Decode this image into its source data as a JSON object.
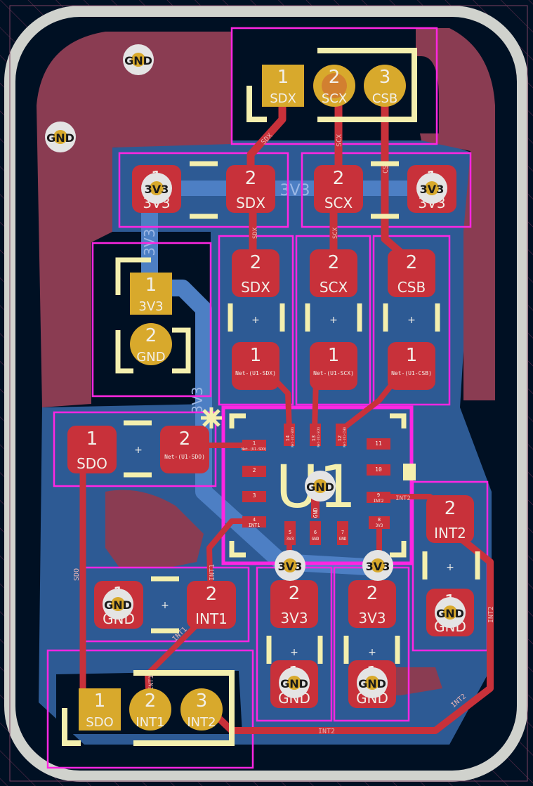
{
  "colors": {
    "background": "#001023",
    "board_edge": "#d0d2cd",
    "copper_fill": "#2d5a94",
    "pour_red": "#8a3c52",
    "pad_red": "#c8313a",
    "trace_red": "#c8313a",
    "bottom_trace": "#4d7fc4",
    "silkscreen": "#f4efae",
    "courtyard": "#ff26e2",
    "tht_gold": "#d8a92c",
    "via_white": "#e4e4e4"
  },
  "header_top": {
    "pins": [
      {
        "num": "1",
        "name": "SDX"
      },
      {
        "num": "2",
        "name": "SCX"
      },
      {
        "num": "3",
        "name": "CSB"
      }
    ]
  },
  "header_bottom": {
    "pins": [
      {
        "num": "1",
        "name": "SDO"
      },
      {
        "num": "2",
        "name": "INT1"
      },
      {
        "num": "3",
        "name": "INT2"
      }
    ]
  },
  "header_left": {
    "pins": [
      {
        "num": "1",
        "name": "3V3"
      },
      {
        "num": "2",
        "name": "GND"
      }
    ]
  },
  "jumpers": [
    {
      "pad1_num": "1",
      "pad1_name": "3V3",
      "pad2_num": "2",
      "pad2_name": "SDX"
    },
    {
      "pad1_num": "2",
      "pad1_name": "SCX",
      "pad2_num": "1",
      "pad2_name": "3V3"
    }
  ],
  "resistors_top": [
    {
      "top_num": "2",
      "top_name": "SDX",
      "bot_num": "1",
      "bot_name": "Net-(U1-SDX)"
    },
    {
      "top_num": "2",
      "top_name": "SCX",
      "bot_num": "1",
      "bot_name": "Net-(U1-SCX)"
    },
    {
      "top_num": "2",
      "top_name": "CSB",
      "bot_num": "1",
      "bot_name": "Net-(U1-CSB)"
    }
  ],
  "resistor_sdo": {
    "pad1_num": "1",
    "pad1_name": "SDO",
    "pad2_num": "2",
    "pad2_name": "Net-(U1-SDO)"
  },
  "cap_int1": {
    "pad1_num": "1",
    "pad1_name": "GND",
    "pad2_num": "2",
    "pad2_name": "INT1"
  },
  "cap_int2": {
    "pad1_num": "2",
    "pad1_name": "INT2",
    "pad2_num": "1",
    "pad2_name": "GND"
  },
  "caps_bottom": [
    {
      "top_num": "2",
      "top_name": "3V3",
      "bot_num": "1",
      "bot_name": "GND"
    },
    {
      "top_num": "2",
      "top_name": "3V3",
      "bot_num": "1",
      "bot_name": "GND"
    }
  ],
  "ic": {
    "ref": "U1",
    "pins_left": [
      {
        "num": "1",
        "name": "Net-(U1-SDO)"
      },
      {
        "num": "2",
        "name": ""
      },
      {
        "num": "3",
        "name": ""
      },
      {
        "num": "4",
        "name": "INT1"
      }
    ],
    "pins_bottom": [
      {
        "num": "5",
        "name": "3V3"
      },
      {
        "num": "6",
        "name": "GND"
      },
      {
        "num": "7",
        "name": "GND"
      },
      {
        "num": "8",
        "name": "3V3"
      }
    ],
    "pins_right": [
      {
        "num": "9",
        "name": "INT2"
      },
      {
        "num": "10",
        "name": ""
      },
      {
        "num": "11",
        "name": ""
      }
    ],
    "pins_top": [
      {
        "num": "12",
        "name": "Net-(U1-CSB)"
      },
      {
        "num": "13",
        "name": "Net-(U1-SCX)"
      },
      {
        "num": "14",
        "name": "Net-(U1-SDX)"
      }
    ],
    "gnd_pin_label": "GND"
  },
  "vias": {
    "gnd": "GND",
    "v3v3": "3V3"
  },
  "trace_labels": {
    "sdx": "SDX",
    "scx": "SCX",
    "csb": "CSB",
    "sdo": "SDO",
    "int1": "INT1",
    "int2": "INT2",
    "v3v3": "3V3"
  }
}
